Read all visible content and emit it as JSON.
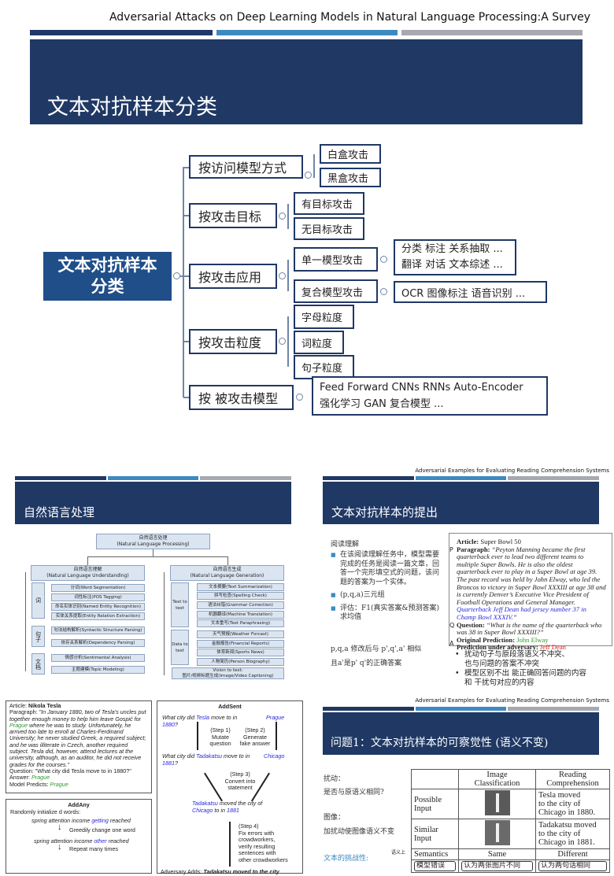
{
  "slide1": {
    "header": "Adversarial Attacks on Deep Learning Models in Natural Language Processing:A Survey",
    "title": "文本对抗样本分类",
    "root": "文本对抗样本\n分类",
    "branches": [
      {
        "label": "按访问模型方式",
        "children": [
          "白盒攻击",
          "黑盒攻击"
        ]
      },
      {
        "label": "按攻击目标",
        "children": [
          "有目标攻击",
          "无目标攻击"
        ]
      },
      {
        "label": "按攻击应用",
        "children": [
          "单一模型攻击",
          "复合模型攻击"
        ],
        "leaves": [
          "分类 标注 关系抽取 ...\n翻译 对话 文本综述 ...",
          "OCR  图像标注  语音识别 ..."
        ]
      },
      {
        "label": "按攻击粒度",
        "children": [
          "字母粒度",
          "词粒度",
          "句子粒度"
        ]
      },
      {
        "label": "按 被攻击模型",
        "leaves": [
          "Feed Forward  CNNs  RNNs  Auto-Encoder\n强化学习  GAN  复合模型 ..."
        ]
      }
    ]
  },
  "slide2": {
    "title": "自然语言处理",
    "top": "自然语言处理\n(Natural Language Processing)",
    "nlu": "自然语言理解\n(Natural Language Understanding)",
    "nlg": "自然语言生成\n(Natural Language Generation)",
    "nlu_groups": [
      {
        "label": "词",
        "items": [
          "分词(Word Segmentation)",
          "词性标注(POS Tagging)",
          "命名实体识别(Named Entity Recognition)",
          "实体关系提取(Entity Relation Extraction)"
        ]
      },
      {
        "label": "句子",
        "items": [
          "句法结构解析(Syntactic Structure Parsing)",
          "依存关系解析(Dependency Parsing)"
        ]
      },
      {
        "label": "文档",
        "items": [
          "情感分析(Sentimental Analysis)",
          "主题建模(Topic Modeling)"
        ]
      }
    ],
    "nlg_groups": [
      {
        "label": "Text to text",
        "items": [
          "文本摘要(Text Summarization)",
          "拼写检查(Spelling Check)",
          "语法纠错(Grammar Correction)",
          "机器翻译(Machine Translation)",
          "文本重写(Text Paraphrasing)"
        ]
      },
      {
        "label": "Data to text",
        "items": [
          "天气预报(Weather Forcast)",
          "金融报告(Financial Reports)",
          "体育新闻(Sports News)",
          "人物简历(Person Biography)"
        ]
      }
    ],
    "vision": "Vision to text:\n图片/视频标题生成(Image/Video Captioning)"
  },
  "slide3": {
    "header": "Adversarial Examples for Evaluating Reading Comprehension Systems",
    "title": "文本对抗样本的提出",
    "subhead": "阅读理解",
    "bullets": [
      "在该阅读理解任务中，模型需要完成的任务是阅读一篇文章，回答一个完形填空式的问题，该问题的答案为一个实体。",
      "(p,q,a)三元组",
      "评估：F1(真实答案&预测答案)求均值"
    ],
    "note1": "p,q,a  修改后与 p',q',a'  相似",
    "note2": "且a'是p' q'的正确答案",
    "article": {
      "article_label": "Article:",
      "article": "Super Bowl 50",
      "p_mark": "P",
      "paragraph_label": "Paragraph:",
      "paragraph": "“Peyton Manning became the first quarterback ever to lead two different teams to multiple Super Bowls.  He is also the oldest quarterback ever to play in a Super Bowl at age 39.  The past record was held by John Elway, who led the Broncos to victory in Super Bowl XXXIII at age 38 and is currently Denver’s Executive Vice President of Football Operations and General Manager. ",
      "adversarial": "Quarterback Jeff Dean had jersey number 37 in Champ Bowl XXXIV.",
      "close": "”",
      "q_mark": "Q",
      "question_label": "Question:",
      "question": "“What is the name of the quarterback who was 38 in Super Bowl XXXIII?”",
      "a_mark": "A",
      "orig_label": "Original Prediction:",
      "orig": "John Elway",
      "adv_label": "Prediction under adversary:",
      "adv": "Jeff Dean"
    },
    "points": [
      "扰动句子与原段落语义不冲突、\n也与问题的答案不冲突",
      "模型区别不出 能正确回答问题的内容\n和 干扰句对应的内容"
    ]
  },
  "slide4": {
    "tesla": {
      "article_label": "Article: ",
      "article": "Nikola Tesla",
      "paragraph_label": "Paragraph: ",
      "p1": "\"In January 1880, two of Tesla's uncles put together enough money to help him leave Gospić for ",
      "prague": "Prague",
      "p2": " where he was to study. Unfortunately, he arrived too late to enroll at Charles-Ferdinand University; he never studied Greek, a required subject; and he was illiterate in Czech, another required subject. Tesla did, however, attend lectures at the university, although, as an auditor, he did not receive grades for the courses.\"",
      "question": "Question: \"What city did Tesla move to in 1880?\"",
      "answer_label": "Answer: ",
      "answer": "Prague",
      "model_label": "Model Predicts: ",
      "model": "Prague"
    },
    "addany": {
      "title": "AddAny",
      "init": "Randomly initialize d words:",
      "w1a": "spring attention income ",
      "w1b": "getting",
      "w1c": " reached",
      "step1": "Greedily change one word",
      "w2a": "spring attention income ",
      "w2b": "other",
      "w2c": " reached",
      "step2": "Repeat many times"
    },
    "addsent": {
      "title": "AddSent",
      "q1a": "What city did ",
      "q1b": "Tesla",
      "q1c": " move to in ",
      "q1d": "1880",
      "q1e": "?",
      "ans": "Prague",
      "step1": "(Step 1)\nMutate\nquestion",
      "step2": "(Step 2)\nGenerate\nfake answer",
      "q2a": "What city did ",
      "q2b": "Tadakatsu",
      "q2c": " move to in ",
      "q2d": "1881",
      "q2e": "?",
      "fake": "Chicago",
      "step3": "(Step 3)\nConvert into\nstatement",
      "s1": "Tadakatsu",
      "s2": " moved the city of ",
      "s3": "Chicago",
      "s4": " to in ",
      "s5": "1881",
      ".": ".",
      "step4": "(Step 4)\nFix errors with\ncrowdworkers,\nverify resulting\nsentences with\nother crowdworkers",
      "adds_label": "Adversary Adds: ",
      "adds": "Tadakatsu moved to the city"
    }
  },
  "slide5": {
    "header": "Adversarial Examples for Evaluating Reading Comprehension Systems",
    "title": "问题1：文本对抗样本的可察觉性 (语义不变)",
    "left": [
      "扰动：",
      "是否与原语义相同?",
      "图像：",
      "加扰动使图像语义不变"
    ],
    "challenge": "文本的挑战性:",
    "side_label": "语义上",
    "table": {
      "headers": [
        "",
        "Image\nClassification",
        "Reading\nComprehension"
      ],
      "rows": [
        [
          "Possible\nInput",
          "",
          "Tesla moved\nto the city of\nChicago in 1880."
        ],
        [
          "Similar\nInput",
          "",
          "Tadakatsu moved\nto the city of\nChicago in 1881."
        ],
        [
          "Semantics",
          "Same",
          "Different"
        ]
      ],
      "bottom": [
        "模型错误",
        "认为两张图片不同",
        "认为两句话相同"
      ]
    }
  },
  "colors": {
    "navy": "#1f3864",
    "blue": "#3e8ac0",
    "gray": "#a6aab0",
    "link": "#2a2adc",
    "green": "#2e9a2e",
    "red": "#e02020"
  }
}
